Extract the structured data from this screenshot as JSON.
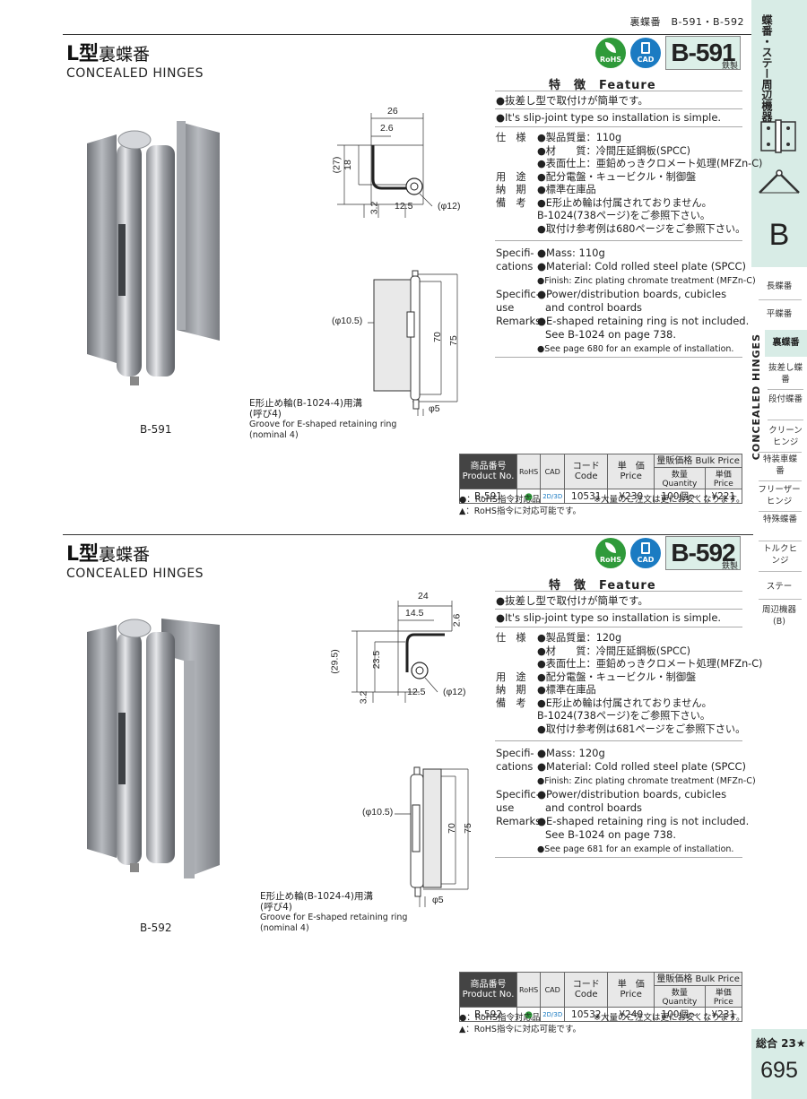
{
  "header": {
    "breadcrumb": "裏蝶番　B-591・B-592"
  },
  "sidebar": {
    "category": "蝶番・ステー周辺機器",
    "letter": "B",
    "vertical_label": "CONCEALED HINGES",
    "items": [
      "長蝶番",
      "平蝶番",
      "裏蝶番",
      "抜差し蝶番",
      "段付蝶番",
      "クリーンヒンジ",
      "特装車蝶番",
      "フリーザーヒンジ",
      "特殊蝶番",
      "トルクヒンジ",
      "ステー",
      "周辺機器(B)"
    ],
    "total": "総合 23★",
    "page": "695"
  },
  "colors": {
    "accent": "#d8ece6",
    "rohs": "#2f9a3a",
    "cad": "#1b7bc2"
  },
  "icons": {
    "rohs": "rohs-icon",
    "cad": "cad-icon"
  },
  "products": [
    {
      "title_a": "L型",
      "title_b": "裏蝶番",
      "subtitle": "CONCEALED HINGES",
      "model": "B-591",
      "material_tag": "鉄製",
      "rohs_label": "RoHS",
      "cad_label": "CAD",
      "feature_header": "特　徴　Feature",
      "feature_jp": "●抜差し型で取付けが簡単です。",
      "feature_en": "●It's slip-joint type so installation is simple.",
      "spec_jp": [
        {
          "k": "仕　様",
          "v": "●製品質量：110g"
        },
        {
          "k": "",
          "v": "●材　　質：冷間圧延鋼板(SPCC)"
        },
        {
          "k": "",
          "v": "●表面仕上：亜鉛めっきクロメート処理(MFZn-C)"
        },
        {
          "k": "用　途",
          "v": "●配分電盤・キュービクル・制御盤"
        },
        {
          "k": "納　期",
          "v": "●標準在庫品"
        },
        {
          "k": "備　考",
          "v": "●E形止め輪は付属されておりません。"
        },
        {
          "k": "",
          "v": "B-1024(738ページ)をご参照下さい。"
        },
        {
          "k": "",
          "v": "●取付け参考例は680ページをご参照下さい。"
        }
      ],
      "spec_en": [
        {
          "k": "Specifi-",
          "v": "●Mass: 110g"
        },
        {
          "k": "cations",
          "v": "●Material: Cold rolled steel plate (SPCC)"
        },
        {
          "k": "",
          "v": "●Finish: Zinc plating chromate treatment (MFZn-C)"
        },
        {
          "k": "Specific-",
          "v": "●Power/distribution boards, cubicles"
        },
        {
          "k": "use",
          "v": "and control boards"
        },
        {
          "k": "Remarks",
          "v": "●E-shaped retaining ring is not included."
        },
        {
          "k": "",
          "v": "See B-1024 on page 738."
        },
        {
          "k": "",
          "v": "●See page 680 for an example of installation."
        }
      ],
      "table": {
        "h_product": [
          "商品番号",
          "Product No."
        ],
        "h_code": [
          "コード",
          "Code"
        ],
        "h_price": [
          "単　価",
          "Price"
        ],
        "h_bulk": "量販価格 Bulk Price",
        "h_qty": "数量 Quantity",
        "h_unit": "単価 Price",
        "row": {
          "product": "B-591",
          "rohs": "●",
          "cad": "2D/3D",
          "code": "10531",
          "price": "¥230",
          "qty": "100個〜",
          "bulk": "¥221"
        }
      },
      "notes": [
        "●：RoHS指令対応品",
        "▲：RoHS指令に対応可能です。"
      ],
      "bulk_note": "※大量のご注文は更にお安くなります。",
      "photo_label": "B-591",
      "dims": {
        "d26": "26",
        "d2_6": "2.6",
        "d27": "(27)",
        "d18": "18",
        "d3_2": "3.2",
        "d12_5": "12.5",
        "phi12": "(φ12)",
        "phi10_5": "(φ10.5)",
        "d70": "70",
        "d75": "75",
        "phi5": "φ5"
      },
      "groove": [
        "E形止め輪(B-1024-4)用溝",
        "(呼び4)",
        "Groove for E-shaped retaining ring",
        "(nominal 4)"
      ]
    },
    {
      "title_a": "L型",
      "title_b": "裏蝶番",
      "subtitle": "CONCEALED HINGES",
      "model": "B-592",
      "material_tag": "鉄製",
      "rohs_label": "RoHS",
      "cad_label": "CAD",
      "feature_header": "特　徴　Feature",
      "feature_jp": "●抜差し型で取付けが簡単です。",
      "feature_en": "●It's slip-joint type so installation is simple.",
      "spec_jp": [
        {
          "k": "仕　様",
          "v": "●製品質量：120g"
        },
        {
          "k": "",
          "v": "●材　　質：冷間圧延鋼板(SPCC)"
        },
        {
          "k": "",
          "v": "●表面仕上：亜鉛めっきクロメート処理(MFZn-C)"
        },
        {
          "k": "用　途",
          "v": "●配分電盤・キュービクル・制御盤"
        },
        {
          "k": "納　期",
          "v": "●標準在庫品"
        },
        {
          "k": "備　考",
          "v": "●E形止め輪は付属されておりません。"
        },
        {
          "k": "",
          "v": "B-1024(738ページ)をご参照下さい。"
        },
        {
          "k": "",
          "v": "●取付け参考例は681ページをご参照下さい。"
        }
      ],
      "spec_en": [
        {
          "k": "Specifi-",
          "v": "●Mass: 120g"
        },
        {
          "k": "cations",
          "v": "●Material: Cold rolled steel plate (SPCC)"
        },
        {
          "k": "",
          "v": "●Finish: Zinc plating chromate treatment (MFZn-C)"
        },
        {
          "k": "Specific-",
          "v": "●Power/distribution boards, cubicles"
        },
        {
          "k": "use",
          "v": "and control boards"
        },
        {
          "k": "Remarks",
          "v": "●E-shaped retaining ring is not included."
        },
        {
          "k": "",
          "v": "See B-1024 on page 738."
        },
        {
          "k": "",
          "v": "●See page 681 for an example of installation."
        }
      ],
      "table": {
        "h_product": [
          "商品番号",
          "Product No."
        ],
        "h_code": [
          "コード",
          "Code"
        ],
        "h_price": [
          "単　価",
          "Price"
        ],
        "h_bulk": "量販価格 Bulk Price",
        "h_qty": "数量 Quantity",
        "h_unit": "単価 Price",
        "row": {
          "product": "B-592",
          "rohs": "●",
          "cad": "2D/3D",
          "code": "10532",
          "price": "¥240",
          "qty": "100個〜",
          "bulk": "¥231"
        }
      },
      "notes": [
        "●：RoHS指令対応品",
        "▲：RoHS指令に対応可能です。"
      ],
      "bulk_note": "※大量のご注文は更にお安くなります。",
      "photo_label": "B-592",
      "dims": {
        "d24": "24",
        "d14_5": "14.5",
        "d2_6": "2.6",
        "d29_5": "(29.5)",
        "d23_5": "23.5",
        "d3_2": "3.2",
        "d12_5": "12.5",
        "phi12": "(φ12)",
        "phi10_5": "(φ10.5)",
        "d70": "70",
        "d75": "75",
        "phi5": "φ5"
      },
      "groove": [
        "E形止め輪(B-1024-4)用溝",
        "(呼び4)",
        "Groove for E-shaped retaining ring",
        "(nominal 4)"
      ]
    }
  ]
}
